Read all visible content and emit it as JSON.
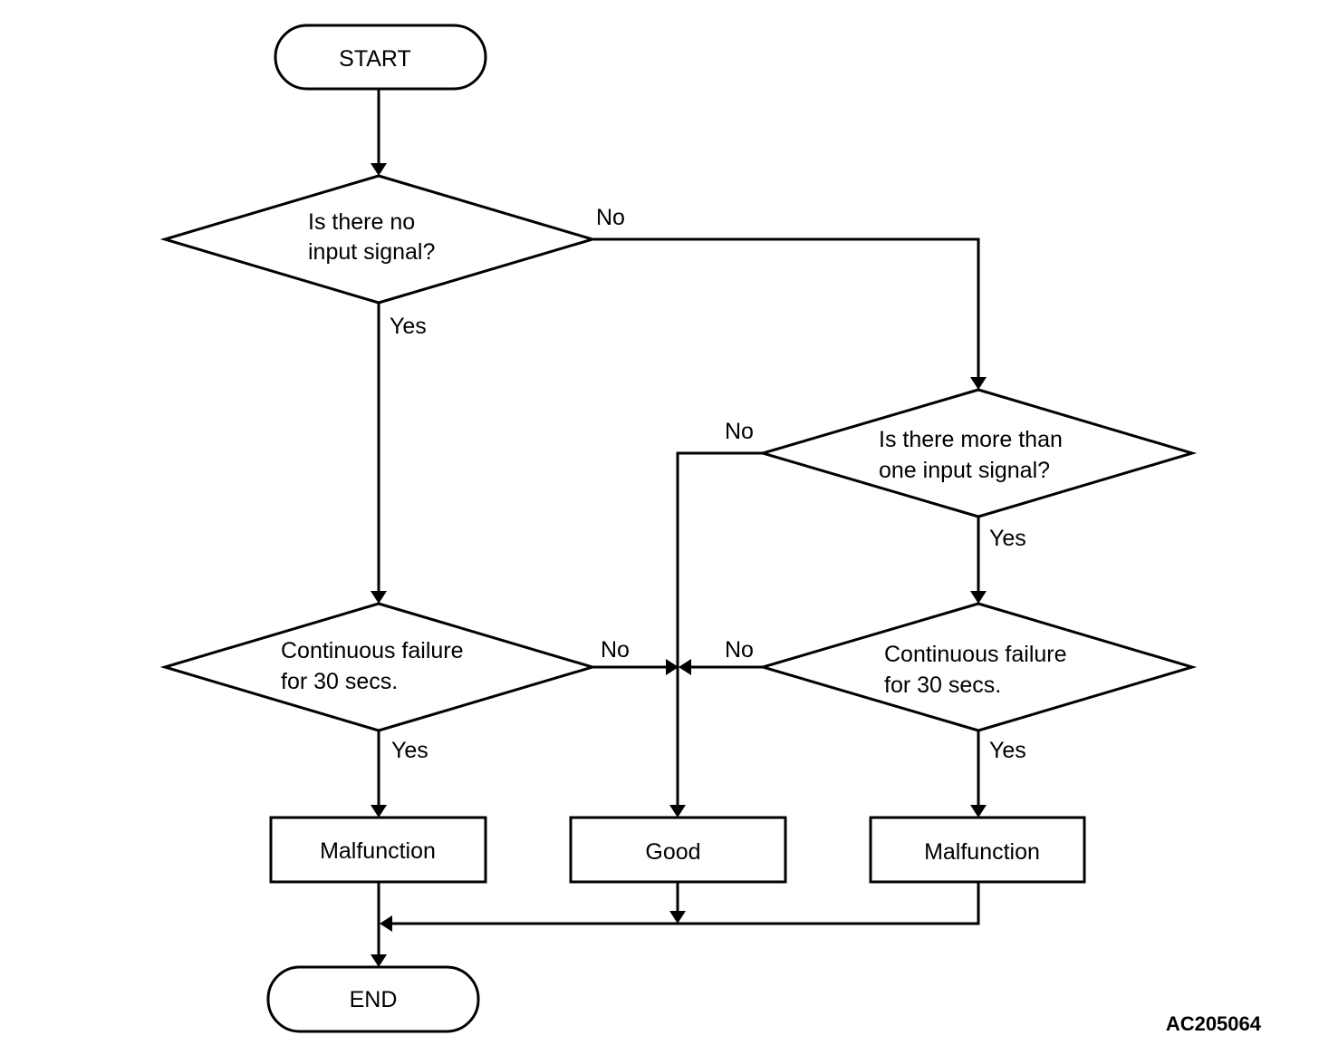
{
  "nodes": {
    "start": {
      "label": "START"
    },
    "no_input": {
      "lines": [
        "Is there no",
        "input signal?"
      ]
    },
    "more_input": {
      "lines": [
        "Is there more than",
        "one input signal?"
      ]
    },
    "cont_left": {
      "lines": [
        "Continuous failure",
        "for 30 secs."
      ]
    },
    "cont_right": {
      "lines": [
        "Continuous failure",
        "for 30 secs."
      ]
    },
    "malf_left": {
      "label": "Malfunction"
    },
    "good": {
      "label": "Good"
    },
    "malf_right": {
      "label": "Malfunction"
    },
    "end": {
      "label": "END"
    }
  },
  "edge_labels": {
    "no_input_no": "No",
    "no_input_yes": "Yes",
    "more_input_no": "No",
    "more_input_yes": "Yes",
    "cont_left_no": "No",
    "cont_left_yes": "Yes",
    "cont_right_no": "No",
    "cont_right_yes": "Yes"
  },
  "figure_code": "AC205064"
}
